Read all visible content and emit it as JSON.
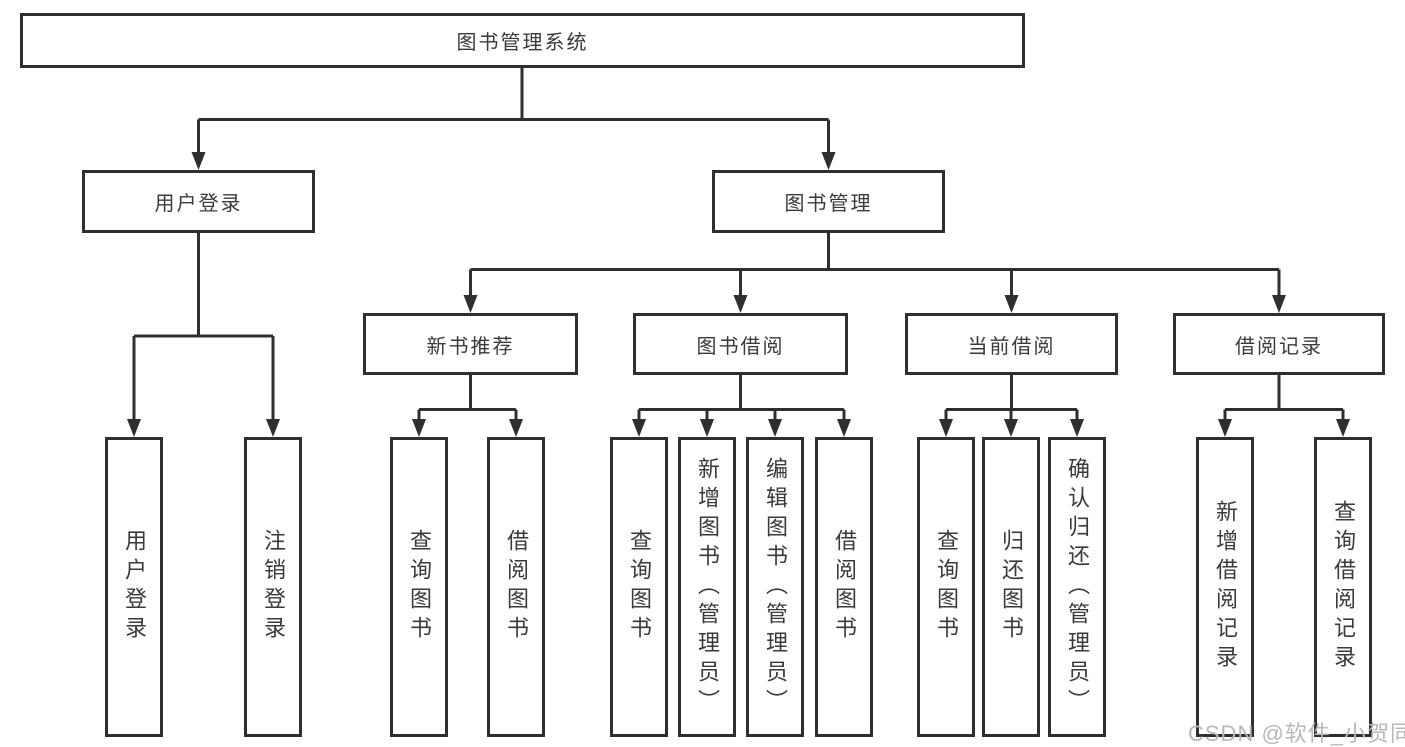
{
  "tree": {
    "label": "图书管理系统",
    "children": [
      {
        "label": "用户登录",
        "children": [
          {
            "label": "用户登录"
          },
          {
            "label": "注销登录"
          }
        ]
      },
      {
        "label": "图书管理",
        "children": [
          {
            "label": "新书推荐",
            "children": [
              {
                "label": "查询图书"
              },
              {
                "label": "借阅图书"
              }
            ]
          },
          {
            "label": "图书借阅",
            "children": [
              {
                "label": "查询图书"
              },
              {
                "label": "新增图书（管理员）"
              },
              {
                "label": "编辑图书（管理员）"
              },
              {
                "label": "借阅图书"
              }
            ]
          },
          {
            "label": "当前借阅",
            "children": [
              {
                "label": "查询图书"
              },
              {
                "label": "归还图书"
              },
              {
                "label": "确认归还（管理员）"
              }
            ]
          },
          {
            "label": "借阅记录",
            "children": [
              {
                "label": "新增借阅记录"
              },
              {
                "label": "查询借阅记录"
              }
            ]
          }
        ]
      }
    ]
  },
  "watermark": {
    "text": "CSDN @软件_小贺同学"
  },
  "colors": {
    "line": "#2f2f2f",
    "text": "#3a3a3a",
    "background": "#ffffff",
    "watermark": "#b8b8b8"
  }
}
